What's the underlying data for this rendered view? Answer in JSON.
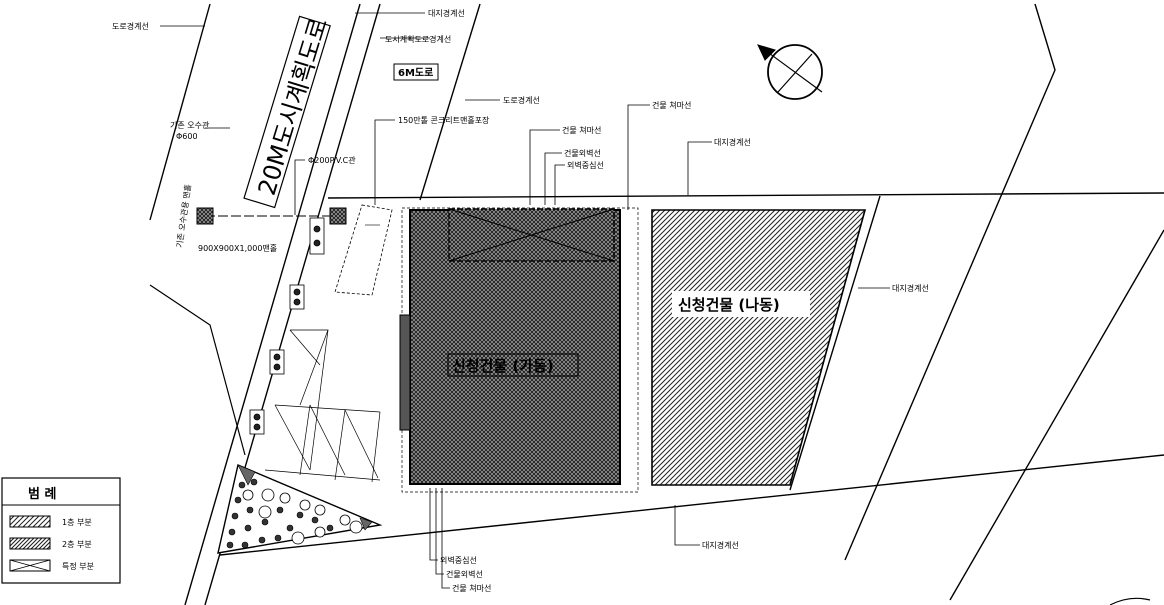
{
  "labels": {
    "road_boundary_top": "도로경계선",
    "site_boundary_top": "대지경계선",
    "urban_road_boundary": "도시계획도로경계선",
    "road_boundary_mid": "도로경계선",
    "six_m_road": "6M도로",
    "twenty_m_road": "20M도시계획도로",
    "existing_pipe_line1": "기존 오수관",
    "existing_pipe_line2": "Φ600",
    "existing_manhole": "기존 오수관용 맨홀",
    "pvc_pipe": "Φ200P.V.C관",
    "manhole_150": "150만톨 콘크리트맨홀포장",
    "manhole_900": "900X900X1,000맨홀",
    "bldg_setback_a": "건물 쳐마선",
    "bldg_setback_b": "건물 쳐마선",
    "bldg_outer_wall": "건물외벽선",
    "outer_wall_center": "외벽중심선",
    "site_boundary_right_top": "대지경계선",
    "site_boundary_right": "대지경계선",
    "site_boundary_bottom": "대지경계선",
    "bottom_outer_wall_center": "외벽중심선",
    "bottom_bldg_outer_wall": "건물외벽선",
    "bottom_bldg_setback": "건물 쳐마선",
    "building_ga": "신청건물 (가동)",
    "building_na": "신청건물 (나동)"
  },
  "legend": {
    "title": "범 례",
    "items": [
      {
        "label": "1층 부분"
      },
      {
        "label": "2층 부분"
      },
      {
        "label": "특정 부분"
      }
    ]
  },
  "compass": {
    "symbol": "north-arrow"
  }
}
